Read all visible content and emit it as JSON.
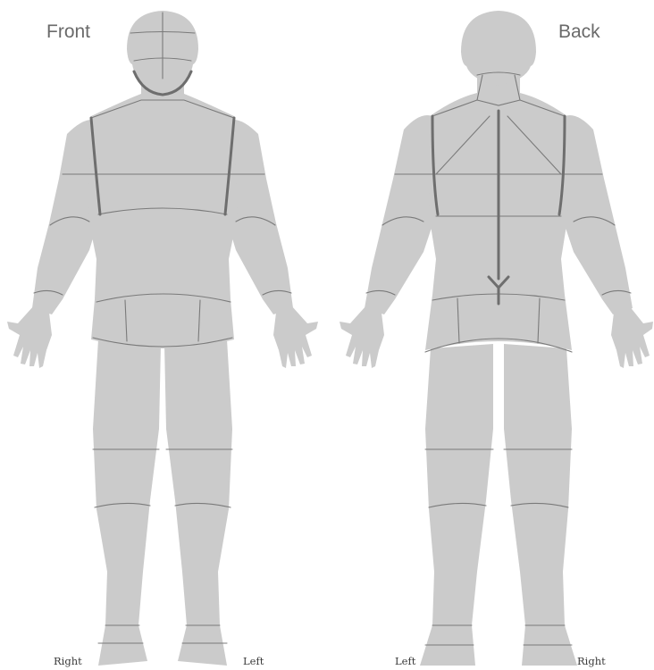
{
  "front": {
    "title": "Front",
    "left_foot_label": "Right",
    "right_foot_label": "Left"
  },
  "back": {
    "title": "Back",
    "left_foot_label": "Left",
    "right_foot_label": "Right"
  },
  "colors": {
    "body": "#cbcbcb",
    "seam": "#7a7a7a",
    "seam_bold": "#6e6e6e",
    "title_text": "#6a6a6a",
    "side_text": "#3a3a3a"
  }
}
